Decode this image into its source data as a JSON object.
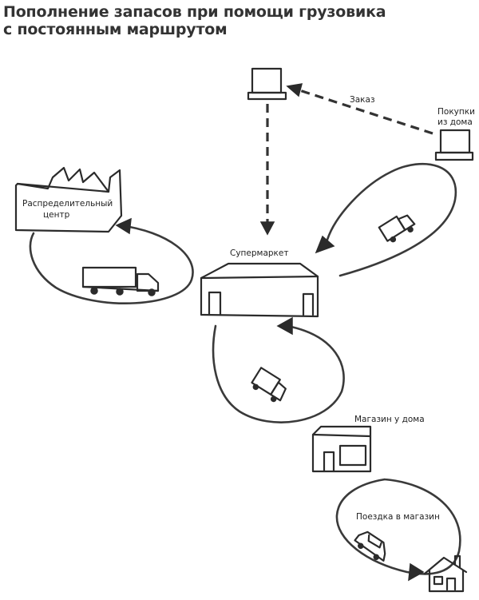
{
  "title": {
    "line1": "Пополнение запасов при помощи грузовика",
    "line2": "с постоянным маршрутом"
  },
  "labels": {
    "order": "Заказ",
    "home_purchases_line1": "Покупки",
    "home_purchases_line2": "из дома",
    "dc_line1": "Распределительный",
    "dc_line2": "центр",
    "supermarket": "Супермаркет",
    "local_store": "Магазин у дома",
    "store_trip": "Поездка в магазин"
  },
  "icons": [
    "computer-icon",
    "laptop-icon",
    "factory-icon",
    "supermarket-icon",
    "store-icon",
    "house-icon",
    "semi-truck-icon",
    "delivery-truck-icon",
    "car-icon"
  ],
  "colors": {
    "ink": "#2b2b2b",
    "background": "#ffffff"
  }
}
